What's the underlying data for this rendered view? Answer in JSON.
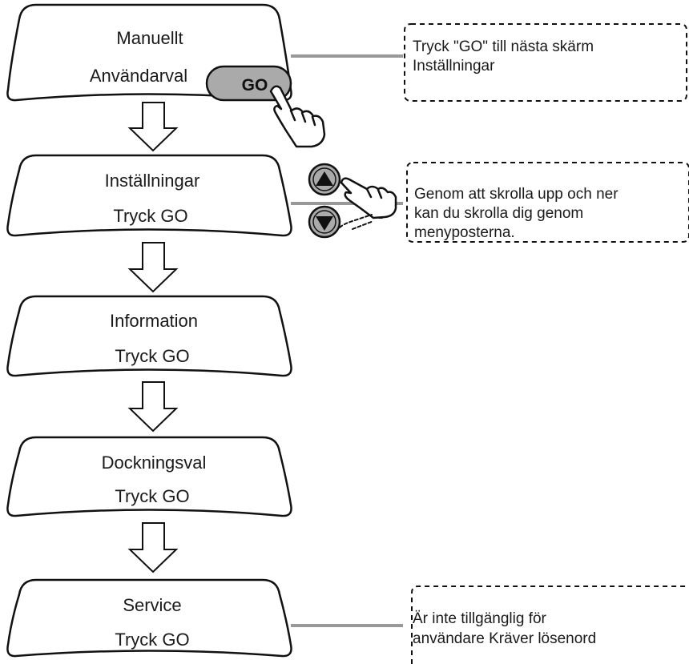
{
  "screens": [
    {
      "line1": "Manuellt",
      "line2": "Användarval"
    },
    {
      "line1": "Inställningar",
      "line2": "Tryck GO"
    },
    {
      "line1": "Information",
      "line2": "Tryck GO"
    },
    {
      "line1": "Dockningsval",
      "line2": "Tryck GO"
    },
    {
      "line1": "Service",
      "line2": "Tryck GO"
    }
  ],
  "go_button": {
    "label": "GO"
  },
  "notes": {
    "go_note": {
      "line1": "Tryck \"GO\" till nästa skärm",
      "line2": "Inställningar"
    },
    "scroll_note": {
      "line1": "Genom att skrolla upp och ner",
      "line2": "kan du skrolla dig genom",
      "line3": "menyposterna."
    },
    "service_note": {
      "line1": "Är inte tillgänglig för",
      "line2": "användare Kräver lösenord"
    }
  },
  "icons": [
    "scroll-up-icon",
    "scroll-down-icon",
    "hand-pointer-icon",
    "down-arrow-icon"
  ],
  "colors": {
    "outline": "#111111",
    "connector": "#999999",
    "button_fill": "#aaaaaa"
  }
}
